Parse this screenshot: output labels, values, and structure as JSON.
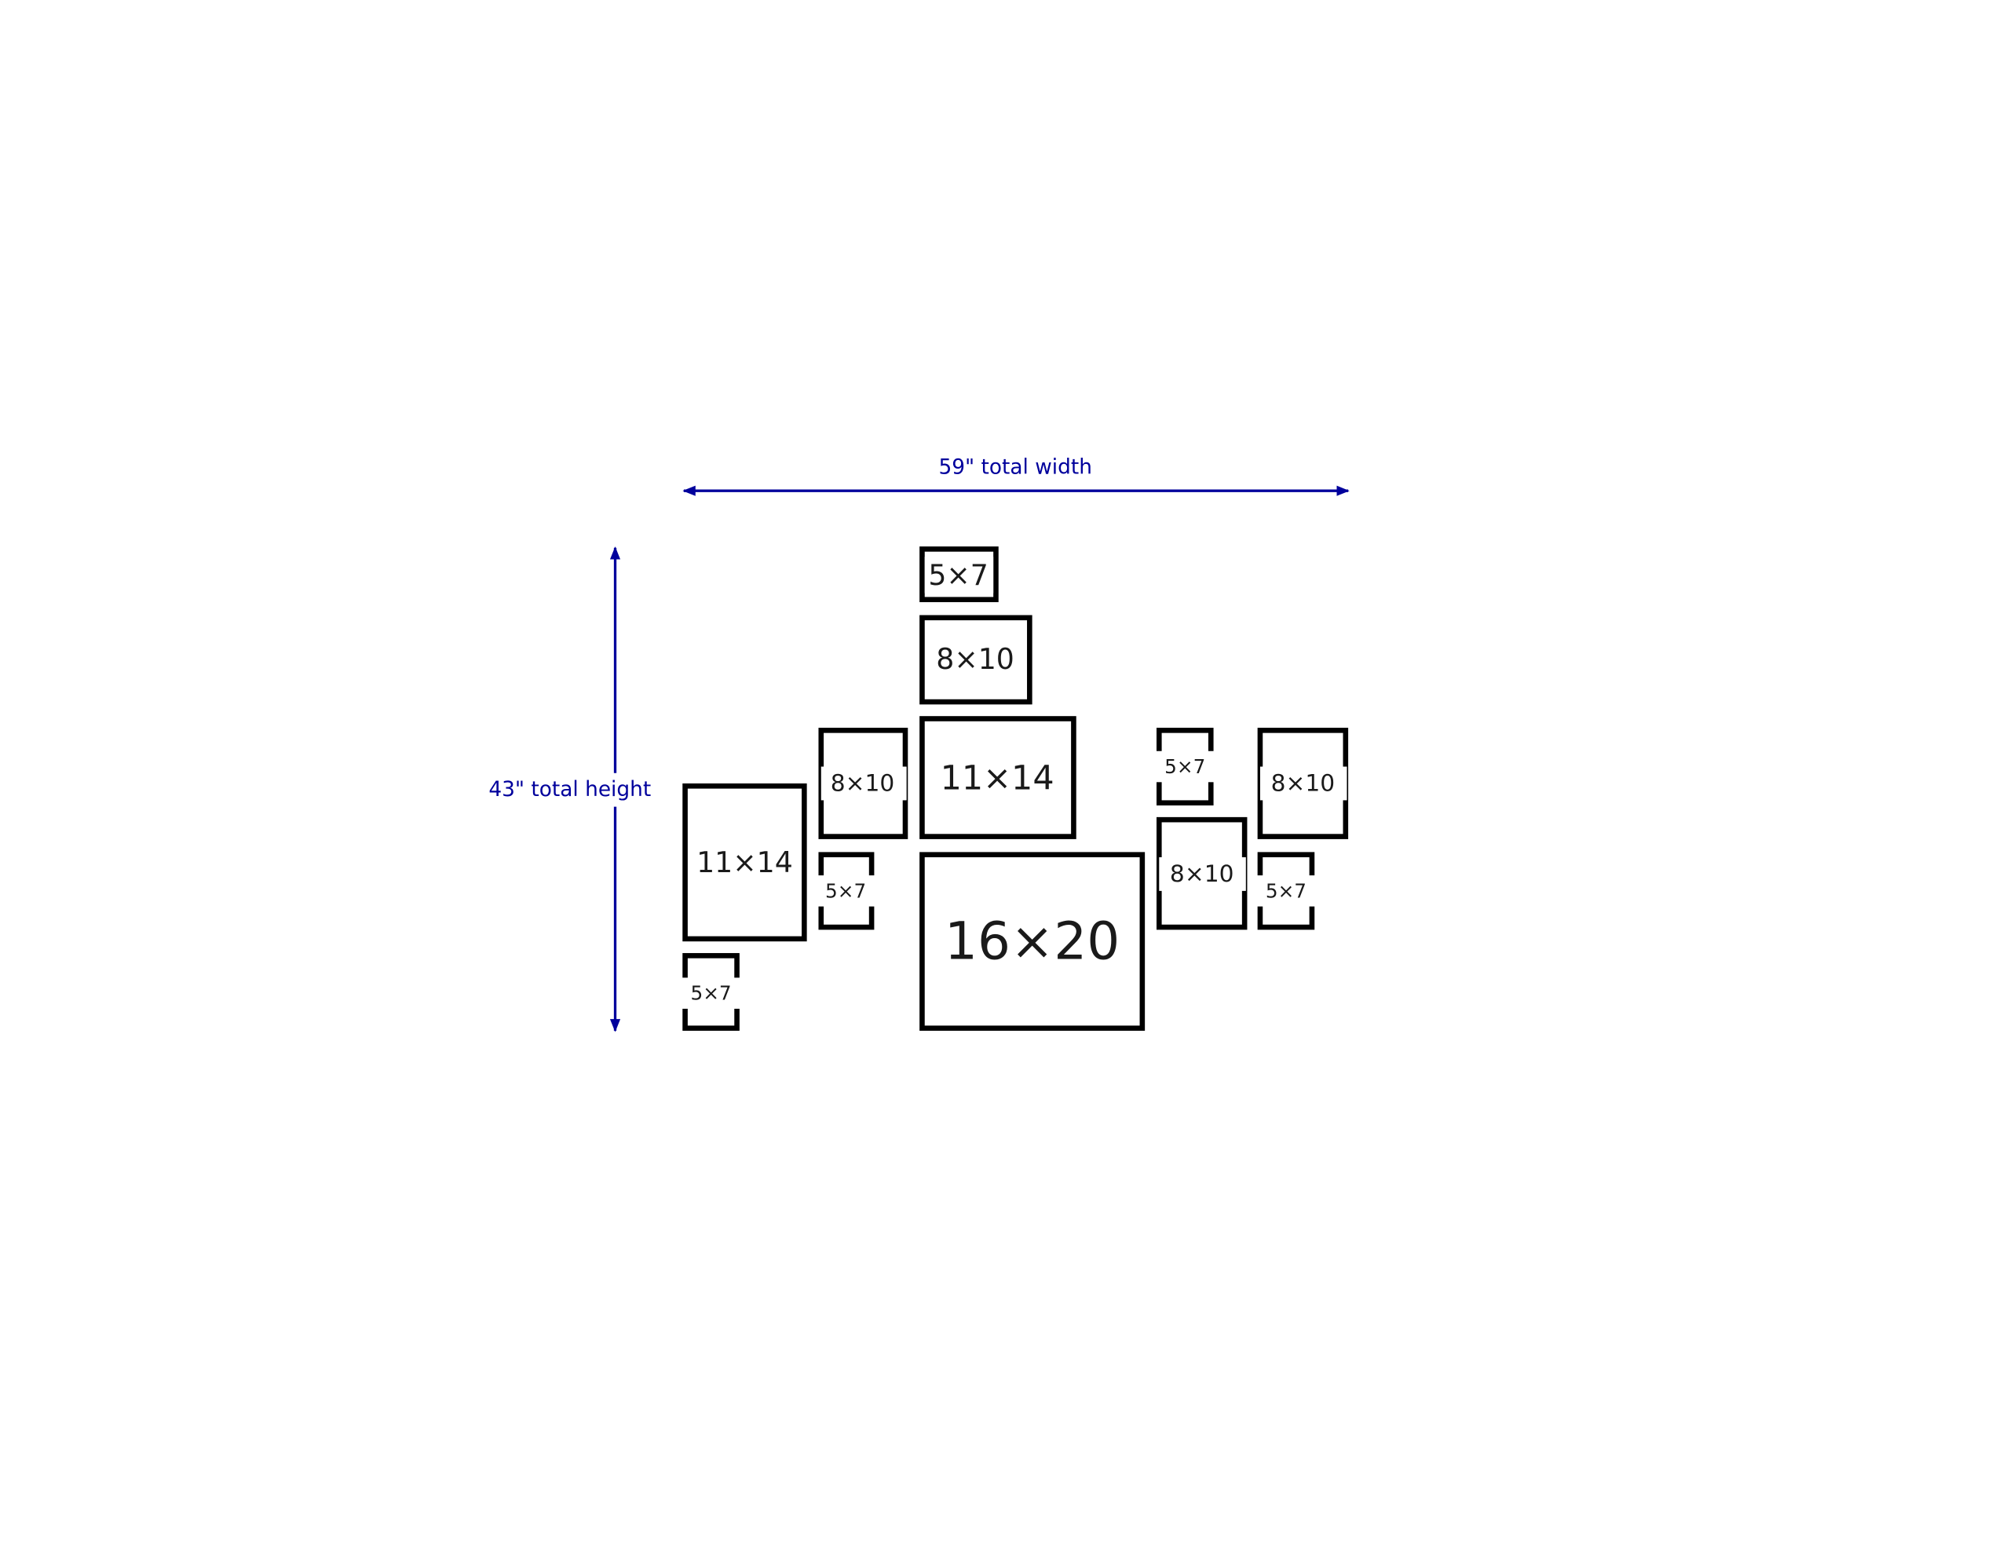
{
  "dimensions": {
    "width_label": "59\" total width",
    "height_label": "43\" total height",
    "color": "#00009c"
  },
  "frames": [
    {
      "label": "5×7"
    },
    {
      "label": "8×10"
    },
    {
      "label": "11×14"
    },
    {
      "label": "16×20"
    },
    {
      "label": "8×10"
    },
    {
      "label": "5×7"
    },
    {
      "label": "11×14"
    },
    {
      "label": "5×7"
    },
    {
      "label": "5×7"
    },
    {
      "label": "8×10"
    },
    {
      "label": "8×10"
    },
    {
      "label": "5×7"
    }
  ]
}
